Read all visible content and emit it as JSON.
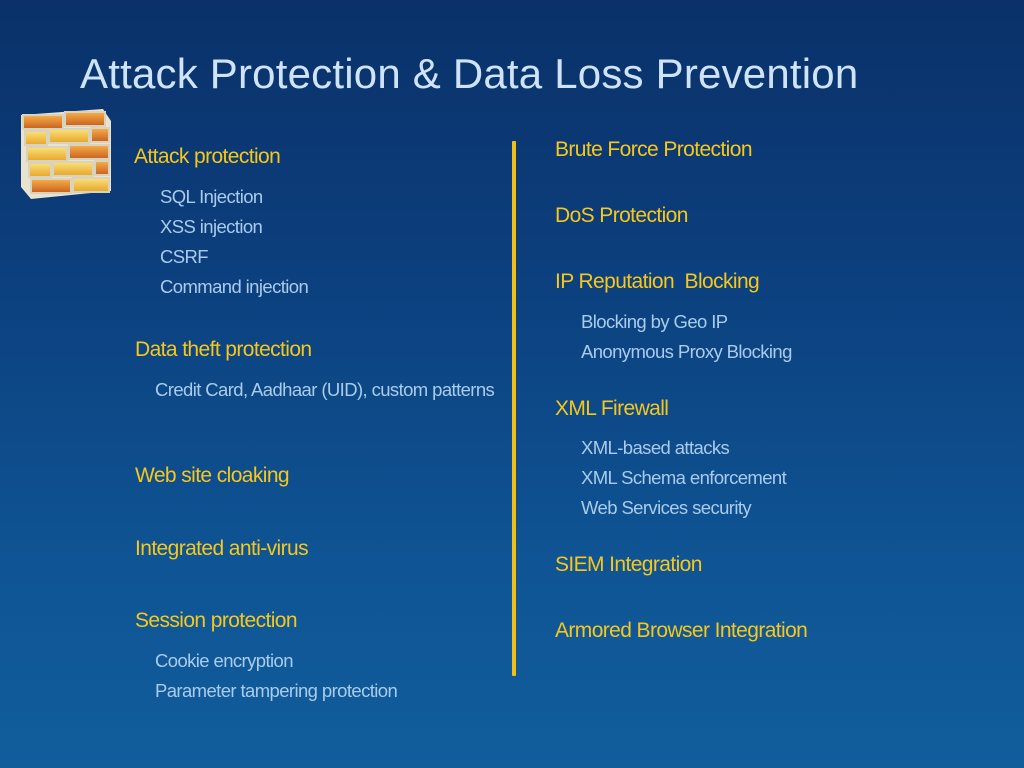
{
  "title": "Attack Protection & Data Loss Prevention",
  "left": {
    "attack_protection": {
      "heading": "Attack protection",
      "items": [
        "SQL Injection",
        "XSS injection",
        "CSRF",
        "Command injection"
      ]
    },
    "data_theft": {
      "heading": "Data theft protection",
      "item": "Credit Card, Aadhaar (UID), custom patterns"
    },
    "cloaking": {
      "heading": "Web site cloaking"
    },
    "antivirus": {
      "heading": "Integrated anti-virus"
    },
    "session": {
      "heading": "Session protection",
      "items": [
        "Cookie encryption",
        "Parameter tampering protection"
      ]
    }
  },
  "right": {
    "brute_force": {
      "heading": "Brute Force Protection"
    },
    "dos": {
      "heading": "DoS Protection"
    },
    "ip_reputation": {
      "heading": "IP Reputation  Blocking",
      "items": [
        "Blocking by Geo IP",
        "Anonymous Proxy Blocking"
      ]
    },
    "xml_firewall": {
      "heading": "XML Firewall",
      "items": [
        "XML-based attacks",
        "XML Schema enforcement",
        "Web Services security"
      ]
    },
    "siem": {
      "heading": "SIEM Integration"
    },
    "armored": {
      "heading": "Armored Browser Integration"
    }
  },
  "colors": {
    "heading": "#f7c71b",
    "subitem": "#a9ccec",
    "title": "#cfe3fb",
    "divider": "#f2bf18",
    "background_top": "#0a3169",
    "background_bottom": "#115d9c"
  },
  "icons": {
    "logo": "brick-firewall-icon"
  }
}
